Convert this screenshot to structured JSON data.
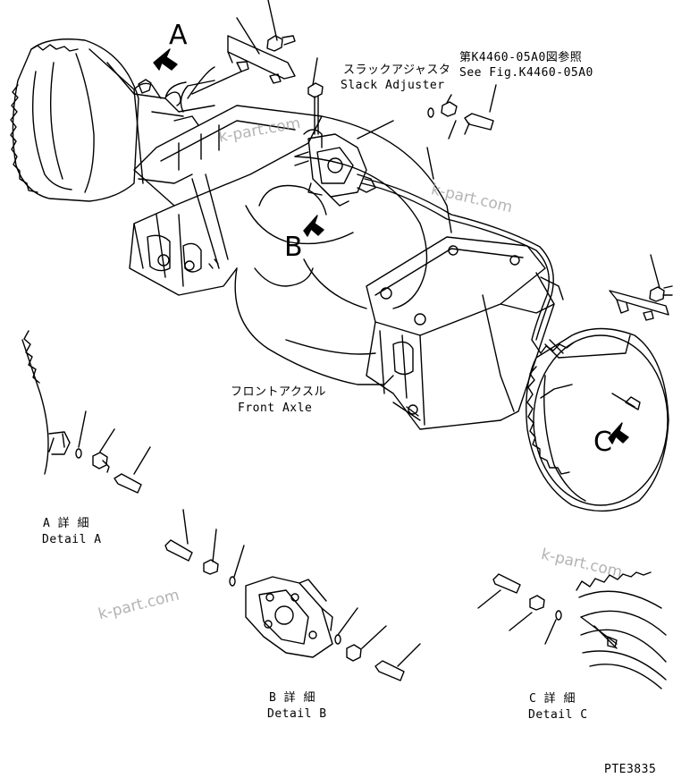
{
  "callouts": {
    "a": "A",
    "b": "B",
    "c": "C"
  },
  "reference": {
    "jp": "第K4460-05A0図参照",
    "en": "See Fig.K4460-05A0"
  },
  "slack_adjuster": {
    "jp": "スラックアジャスタ",
    "en": "Slack Adjuster"
  },
  "front_axle": {
    "jp": "フロントアクスル",
    "en": "Front Axle"
  },
  "detail_a": {
    "jp": "A 詳 細",
    "en": "Detail A"
  },
  "detail_b": {
    "jp": "B 詳 細",
    "en": "Detail B"
  },
  "detail_c": {
    "jp": "C 詳 細",
    "en": "Detail C"
  },
  "watermark": "k-part.com",
  "code": "PTE3835"
}
